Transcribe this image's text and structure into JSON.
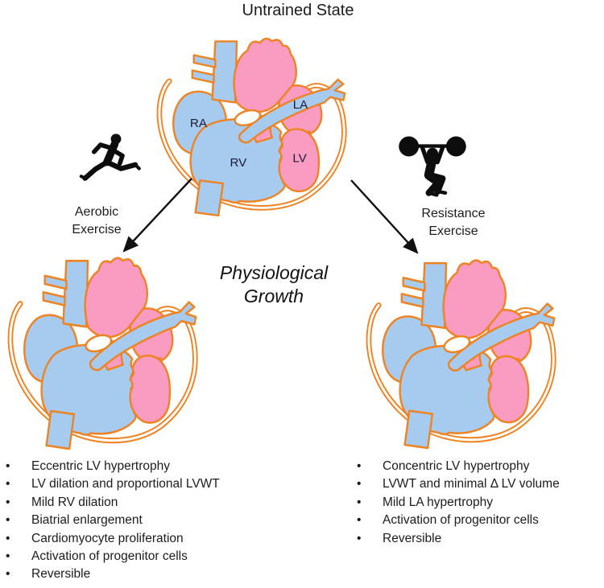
{
  "title": "Untrained State",
  "heart": {
    "labels": {
      "ra": "RA",
      "la": "LA",
      "rv": "RV",
      "lv": "LV"
    }
  },
  "branches": {
    "left": {
      "icon": "runner-icon",
      "line1": "Aerobic",
      "line2": "Exercise"
    },
    "right": {
      "icon": "weightlifter-icon",
      "line1": "Resistance",
      "line2": "Exercise"
    }
  },
  "center_label": {
    "line1": "Physiological",
    "line2": "Growth"
  },
  "lists": {
    "left": [
      "Eccentric LV hypertrophy",
      "LV dilation and proportional LVWT",
      "Mild RV dilation",
      "Biatrial enlargement",
      "Cardiomyocyte proliferation",
      "Activation of progenitor cells",
      "Reversible"
    ],
    "right": [
      "Concentric LV hypertrophy",
      "LVWT and minimal Δ LV volume",
      "Mild LA hypertrophy",
      "Activation of progenitor cells",
      "Reversible"
    ]
  },
  "colors": {
    "chamber_pink": "#FA9CC2",
    "chamber_blue": "#A7CBEF",
    "outline_orange": "#EF8322",
    "silhouette_black": "#0D0D0D",
    "text_dark": "#1C1C1C"
  }
}
